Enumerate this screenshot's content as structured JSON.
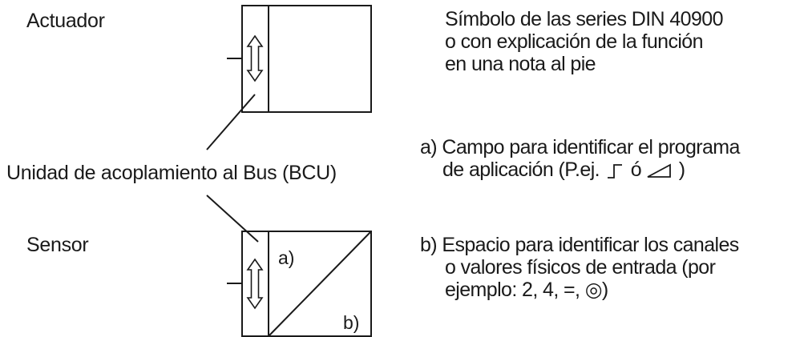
{
  "labels": {
    "actuator": "Actuador",
    "sensor": "Sensor",
    "bcu": "Unidad de acoplamiento al Bus (BCU)"
  },
  "notes": {
    "symbol": [
      "Símbolo de las series DIN 40900",
      "o con explicación de la función",
      "en una nota al pie"
    ],
    "a_line1": "a) Campo para identificar el programa",
    "a_line2_text": "de aplicación (P.ej.",
    "a_line2_or": "ó",
    "a_line2_close": ")",
    "b": [
      "b) Espacio para identificar los canales",
      "o valores físicos de entrada (por",
      "ejemplo:  2,  4,  =,  ◎)"
    ]
  },
  "field_labels": {
    "a": "a)",
    "b": "b)"
  },
  "icons": {
    "bus_arrow": "double-headed-vertical-arrow-icon",
    "app_symbol_1": "step-function-icon",
    "app_symbol_2": "ramp-triangle-icon"
  }
}
